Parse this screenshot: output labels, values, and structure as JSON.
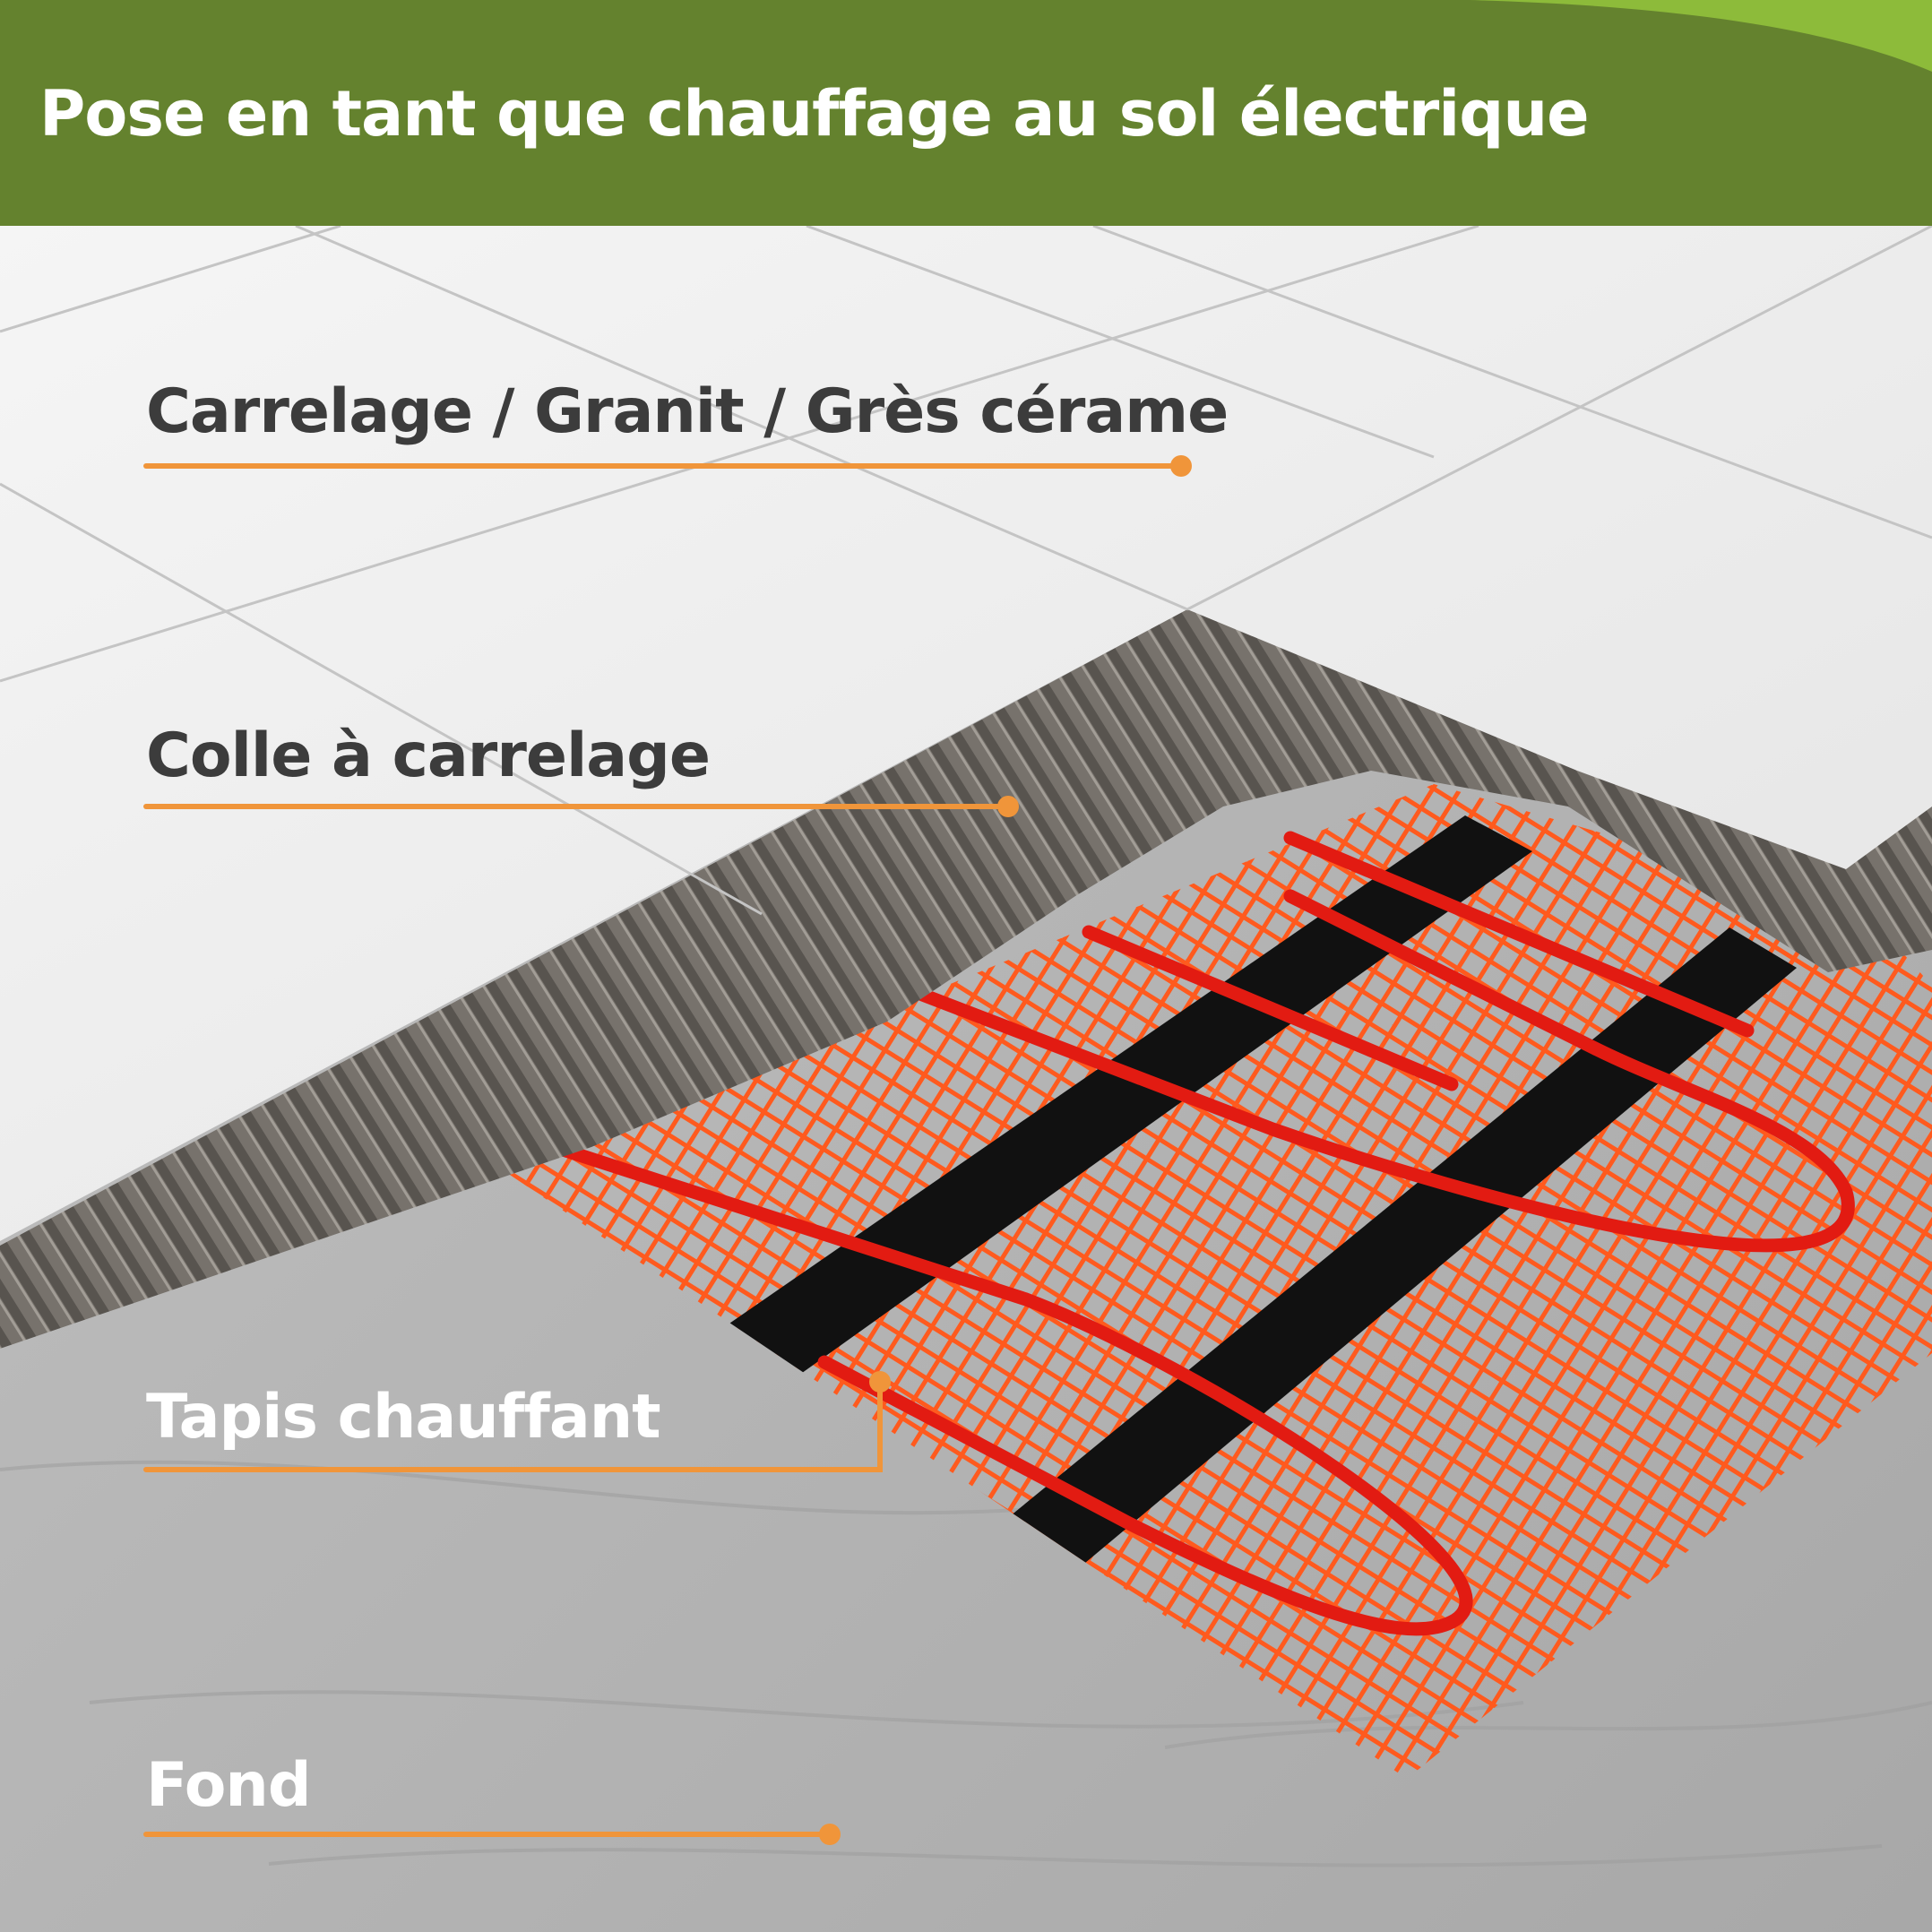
{
  "header": {
    "title": "Pose en tant que chauffage au sol électrique"
  },
  "layers": [
    {
      "label": "Carrelage / Granit / Grès cérame"
    },
    {
      "label": "Colle à carrelage"
    },
    {
      "label": "Tapis chauffant"
    },
    {
      "label": "Fond"
    }
  ],
  "colors": {
    "header_green": "#64822e",
    "accent_orange": "#f0953a",
    "mesh_orange": "#ff5a1e",
    "cable_red": "#e21b12",
    "tape_black": "#111111",
    "tile_white": "#f1f1f1",
    "adhesive_grey": "#6f6a64",
    "subfloor_grey": "#b4b4b4"
  }
}
